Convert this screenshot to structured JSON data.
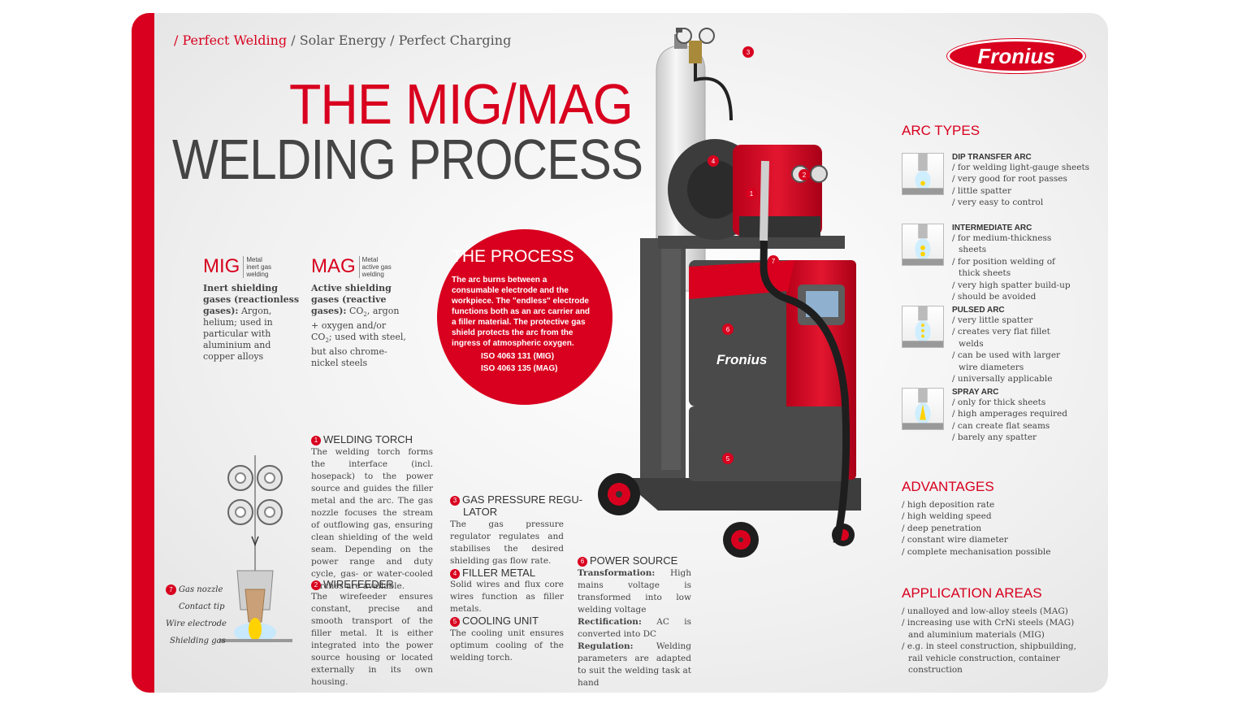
{
  "nav": {
    "active": "/ Perfect Welding",
    "rest": " / Solar Energy / Perfect Charging"
  },
  "brand": {
    "logo_text": "Fronius",
    "machine_logo": "Fronius"
  },
  "title": {
    "line1": "THE MIG/MAG",
    "line2": "WELDING PROCESS"
  },
  "mig": {
    "abbr": "MIG",
    "expansion": [
      "Metal",
      "inert gas",
      "welding"
    ],
    "heading": "Inert shielding gases (reactionless gases):",
    "body": "Argon, helium; used in particular with aluminium and copper alloys"
  },
  "mag": {
    "abbr": "MAG",
    "expansion": [
      "Metal",
      "active gas",
      "welding"
    ],
    "heading": "Active shielding gases (reactive gases):",
    "body_a": "CO",
    "body_b": ", argon + oxygen and/or CO",
    "body_c": "; used with steel, but also chrome-nickel steels",
    "sub": "2"
  },
  "process": {
    "title": "THE PROCESS",
    "body": "The arc burns between a consumable electrode and the workpiece. The \"endless\" electrode functions both as an arc carrier and a filler material. The protective gas shield protects the arc from the ingress of atmospheric oxygen.",
    "iso1": "ISO 4063 131 (MIG)",
    "iso2": "ISO 4063 135 (MAG)"
  },
  "sections": {
    "torch": {
      "num": "1",
      "title": "WELDING TORCH",
      "body": "The welding torch forms the interface (incl. hosepack) to the power source and guides the filler metal and the arc. The gas nozzle focuses the stream of outflowing gas, ensuring clean shielding of the weld seam. Depending on the power range and duty cycle, gas- or water-cooled torches are available."
    },
    "wirefeeder": {
      "num": "2",
      "title": "WIREFEEDER",
      "body": "The wirefeeder ensures constant, precise and smooth transport of the filler metal. It is either integrated into the power source housing or located externally in its own housing."
    },
    "regulator": {
      "num": "3",
      "title": "GAS PRESSURE REGU-",
      "title2": "LATOR",
      "body": "The gas pressure regulator regulates and stabilises the desired shielding gas flow rate."
    },
    "filler": {
      "num": "4",
      "title": "FILLER METAL",
      "body": "Solid wires and flux core wires function as filler metals."
    },
    "cooling": {
      "num": "5",
      "title": "COOLING UNIT",
      "body": "The cooling unit ensures optimum cooling of the welding torch."
    },
    "power": {
      "num": "6",
      "title": "POWER SOURCE",
      "t_label": "Transformation:",
      "t_body": "High mains voltage is transformed into low welding voltage",
      "r_label": "Rectification:",
      "r_body": "AC is converted into DC",
      "g_label": "Regulation:",
      "g_body": "Welding parameters are adapted to suit the welding task at hand"
    }
  },
  "diagram": {
    "callout": "7",
    "gas_nozzle": "Gas nozzle",
    "contact_tip": "Contact tip",
    "wire_electrode": "Wire electrode",
    "shielding_gas": "Shielding gas"
  },
  "machine_callouts": [
    "1",
    "2",
    "3",
    "4",
    "5",
    "6",
    "7"
  ],
  "arc_types": {
    "heading": "ARC TYPES",
    "items": [
      {
        "name": "DIP TRANSFER ARC",
        "lines": [
          "/ for welding light-gauge sheets",
          "/ very good for root passes",
          "/ little spatter",
          "/ very easy to control"
        ]
      },
      {
        "name": "INTERMEDIATE ARC",
        "lines": [
          "/ for medium-thickness sheets",
          "/ for position welding of thick sheets",
          "/ very high spatter build-up",
          "/ should be avoided"
        ]
      },
      {
        "name": "PULSED ARC",
        "lines": [
          "/ very little spatter",
          "/ creates very flat fillet welds",
          "/ can be used with larger wire diameters",
          "/ universally applicable"
        ]
      },
      {
        "name": "SPRAY ARC",
        "lines": [
          "/ only for thick sheets",
          "/ high amperages required",
          "/ can create flat seams",
          "/ barely any spatter"
        ]
      }
    ]
  },
  "advantages": {
    "heading": "ADVANTAGES",
    "lines": [
      "/ high deposition rate",
      "/ high welding speed",
      "/ deep penetration",
      "/ constant wire diameter",
      "/ complete mechanisation possible"
    ]
  },
  "applications": {
    "heading": "APPLICATION AREAS",
    "lines": [
      "/ unalloyed and low-alloy steels (MAG)",
      "/ increasing use with CrNi steels (MAG) and aluminium materials (MIG)",
      "/ e.g. in steel construction, shipbuilding, rail vehicle construction, container construction"
    ]
  },
  "colors": {
    "brand_red": "#d8001e",
    "dark_grey": "#444444",
    "machine_grey": "#4a4a4a"
  }
}
